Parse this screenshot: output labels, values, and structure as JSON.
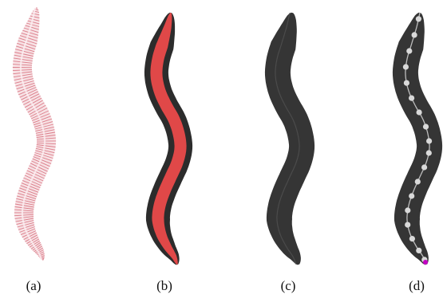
{
  "panels": [
    {
      "label": "(a)",
      "style": "striped-red",
      "stripe_color": "#d25a6b",
      "light_color": "#f7e2e5"
    },
    {
      "label": "(b)",
      "style": "dark-with-red-core",
      "body_color": "#2c2c2c",
      "core_color": "#e04848"
    },
    {
      "label": "(c)",
      "style": "dark-plain",
      "body_color": "#353535"
    },
    {
      "label": "(d)",
      "style": "dark-with-skeleton",
      "body_color": "#353535",
      "joint_color": "#d9d9d9",
      "spine_color": "#bdbdbd",
      "tip_color": "#c400c4",
      "joint_count": 18
    }
  ]
}
